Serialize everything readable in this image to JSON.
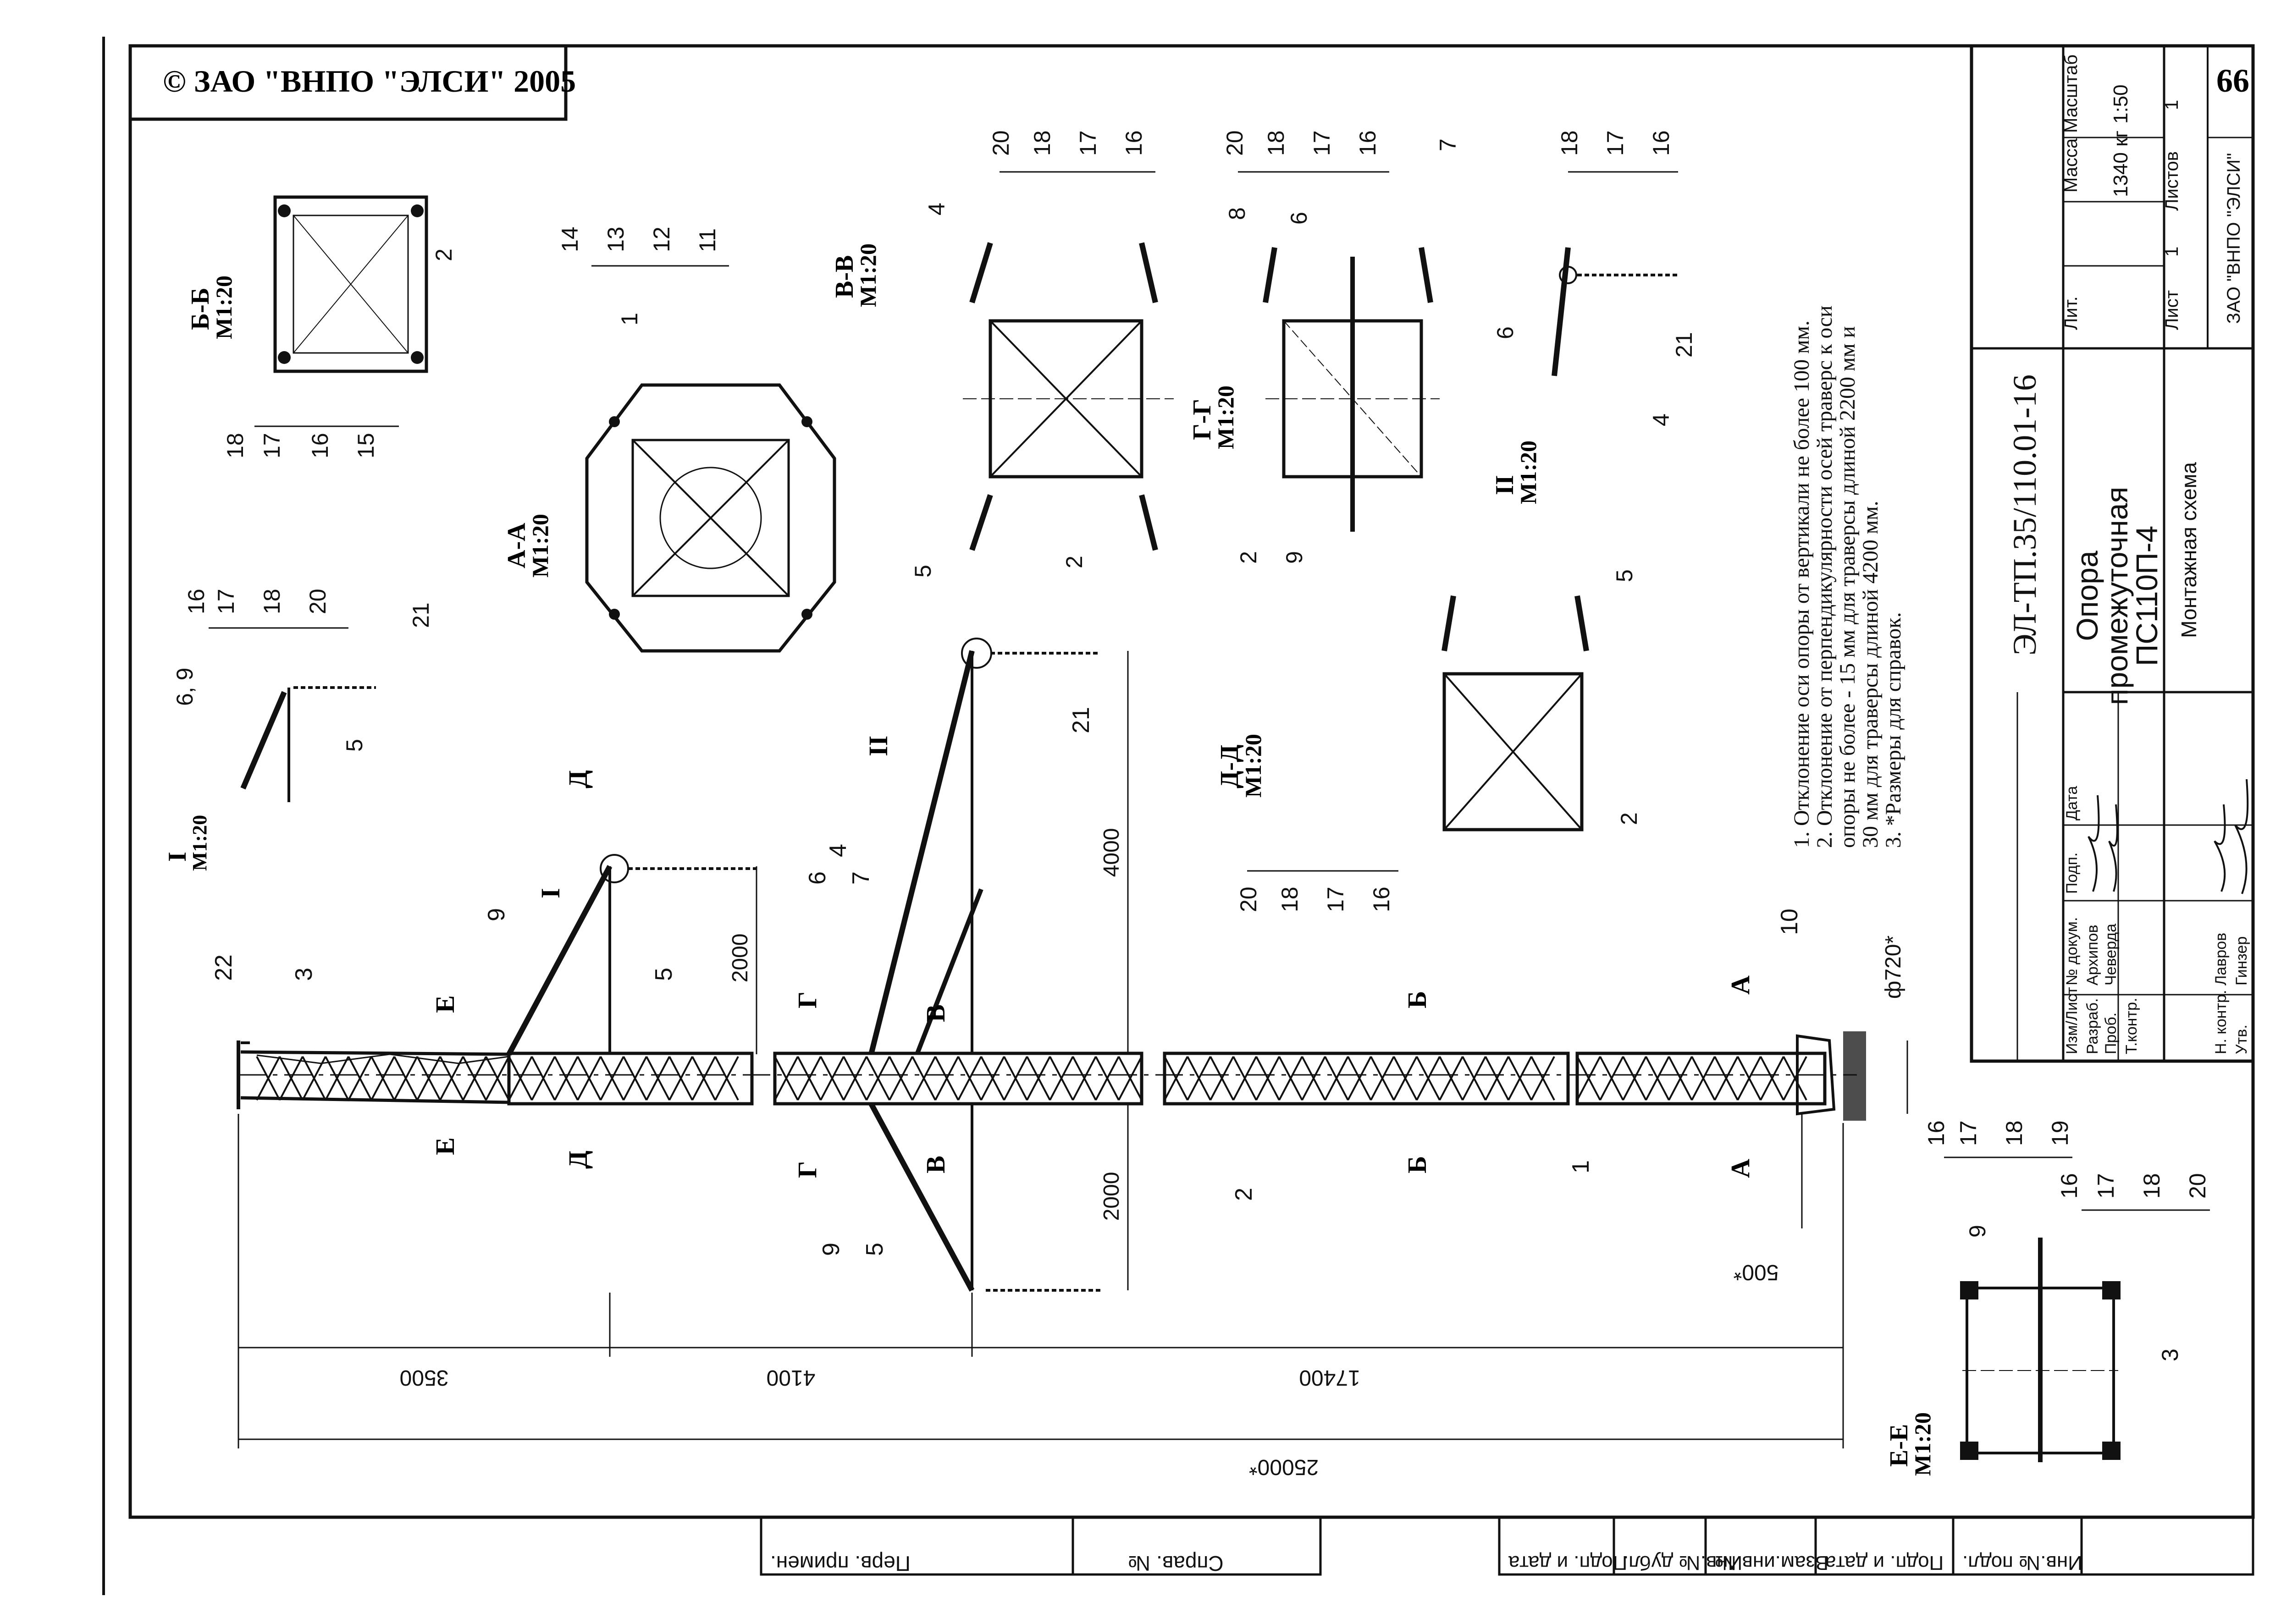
{
  "copyright": "© ЗАО \"ВНПО \"ЭЛСИ\" 2005",
  "sheet_number": "66",
  "designation": "ЭЛ-ТП.35/110.01-16",
  "title_lines": [
    "Опора",
    "промежуточная",
    "ПС110П-4"
  ],
  "subtitle": "Монтажная схема",
  "company": "ЗАО \"ВНПО \"ЭЛСИ\"",
  "stamp": {
    "h_lit": "Лит.",
    "h_mass": "Масса",
    "h_scale": "Масштаб",
    "mass": "1340 кг",
    "scale": "1:50",
    "h_sheet": "Лист",
    "sheet": "1",
    "h_sheets": "Листов",
    "sheets": "1",
    "rows": [
      "Изм/Лист",
      "№ докум.",
      "Подп.",
      "Дата"
    ],
    "signers": [
      {
        "role": "Разраб.",
        "name": "Архипов"
      },
      {
        "role": "Проб.",
        "name": "Чеверда"
      },
      {
        "role": "Т.контр.",
        "name": ""
      },
      {
        "role": "Н. контр.",
        "name": "Лавров"
      },
      {
        "role": "Утв.",
        "name": "Гинзер"
      }
    ]
  },
  "notes": [
    "1. Отклонение  оси опоры от вертикали не более 100 мм.",
    "2. Отклонение  от перпендикулярности осей траверс к оси",
    "опоры не более  - 15 мм для траверсы длиной 2200 мм и",
    "30 мм для траверсы длиной 4200 мм.",
    "3. *Размеры для справок."
  ],
  "bottom_stamp": [
    "Перв. примен.",
    "Справ. №",
    "Подп. и дата",
    "Инв.№ дубл.",
    "Взам.инв.№",
    "Подп. и дата",
    "Инв.№ подл."
  ],
  "views": {
    "aa": [
      "А-А",
      "М1:20"
    ],
    "bb": [
      "Б-Б",
      "М1:20"
    ],
    "vv": [
      "В-В",
      "М1:20"
    ],
    "gg": [
      "Г-Г",
      "М1:20"
    ],
    "dd": [
      "Д-Д",
      "М1:20"
    ],
    "ee": [
      "Е-Е",
      "М1:20"
    ],
    "i": [
      "I",
      "М1:20"
    ],
    "ii": [
      "II",
      "М1:20"
    ]
  },
  "dimensions": {
    "d3500": "3500",
    "d4100": "4100",
    "d17400": "17400",
    "d25000": "25000*",
    "d2000a": "2000",
    "d2000b": "2000",
    "d4000": "4000",
    "d720": "ф720*",
    "d500": "500*"
  },
  "callouts": {
    "stack_bb": [
      "18",
      "17",
      "16",
      "15"
    ],
    "stack_aa": [
      "14",
      "13",
      "12",
      "11"
    ],
    "stack_vv": [
      "20",
      "18",
      "17",
      "16"
    ],
    "stack_gg": [
      "20",
      "18",
      "17",
      "16"
    ],
    "stack_ii": [
      "18",
      "17",
      "16"
    ],
    "stack_dd": [
      "20",
      "18",
      "17",
      "16"
    ],
    "stack_i": [
      "17",
      "18",
      "20"
    ],
    "stack_ee1": [
      "17",
      "18",
      "19"
    ],
    "stack_ee2": [
      "17",
      "18",
      "20"
    ],
    "n1": "1",
    "n2": "2",
    "n3": "3",
    "n4": "4",
    "n5": "5",
    "n6": "6",
    "n7": "7",
    "n8": "8",
    "n9": "9",
    "n10": "10",
    "n16": "16",
    "n21": "21",
    "n22": "22",
    "n69": "6, 9"
  },
  "section_marks": {
    "A": "А",
    "B": "Б",
    "V": "В",
    "G": "Г",
    "D": "Д",
    "E": "Е",
    "I": "I",
    "II": "II"
  }
}
